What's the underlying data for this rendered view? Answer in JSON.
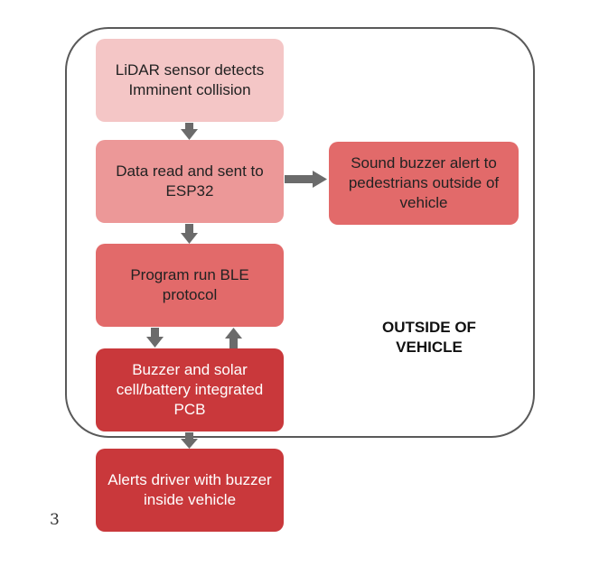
{
  "diagram": {
    "steps": {
      "lidar": "LiDAR sensor detects Imminent collision",
      "data_read": "Data read and sent to ESP32",
      "ble": "Program run BLE protocol",
      "pcb": "Buzzer and solar cell/battery integrated PCB",
      "driver_alert": "Alerts driver with buzzer inside vehicle",
      "pedestrian_alert": "Sound buzzer alert to pedestrians outside of vehicle"
    },
    "region_label": "OUTSIDE OF VEHICLE",
    "page_number": "3",
    "colors": {
      "lightest": "#f4c6c6",
      "light": "#ec9898",
      "medium": "#e26a6a",
      "dark": "#c9383b",
      "arrow": "#6b6b6b",
      "border": "#595959"
    }
  }
}
